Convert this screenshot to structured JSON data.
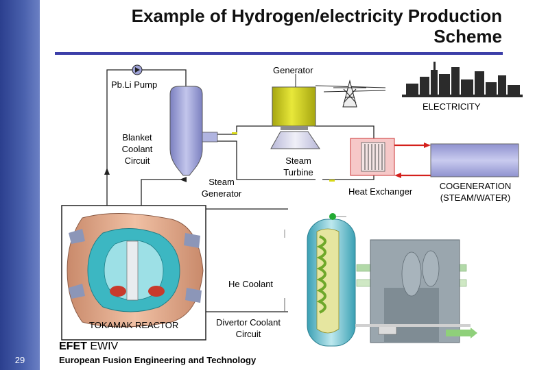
{
  "slide": {
    "title_line1": "Example of Hydrogen/electricity Production",
    "title_line2": "Scheme",
    "slide_number": "29"
  },
  "labels": {
    "generator": "Generator",
    "pump": "Pb.Li Pump",
    "electricity": "ELECTRICITY",
    "blanket_line1": "Blanket",
    "blanket_line2": "Coolant",
    "blanket_line3": "Circuit",
    "steam_turbine_line1": "Steam",
    "steam_turbine_line2": "Turbine",
    "steam_generator_line1": "Steam",
    "steam_generator_line2": "Generator",
    "heat_exchanger": "Heat Exchanger",
    "cogeneration_line1": "COGENERATION",
    "cogeneration_line2": "(STEAM/WATER)",
    "he_coolant": "He Coolant",
    "tokamak": "TOKAMAK REACTOR",
    "divertor_line1": "Divertor Coolant",
    "divertor_line2": "Circuit"
  },
  "footer": {
    "brand_bold": "EFET",
    "brand_rest": " EWIV",
    "subtitle": "European Fusion Engineering and Technology"
  },
  "colors": {
    "title_rule": "#3c3ea8",
    "pipe_red": "#d4201c",
    "generator_yellow": "#d8d817",
    "vessel_lavender": "#9ea2d6",
    "hx_pink": "#f6c8c8"
  }
}
